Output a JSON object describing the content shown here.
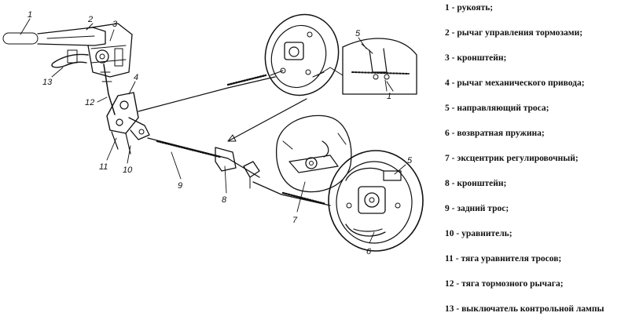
{
  "diagram": {
    "callouts": [
      "1",
      "2",
      "3",
      "4",
      "5",
      "1",
      "12",
      "13",
      "11",
      "10",
      "9",
      "8",
      "7",
      "6",
      "5"
    ]
  },
  "legend": {
    "items": [
      {
        "num": "1",
        "text": "рукоять;"
      },
      {
        "num": "2",
        "text": "рычаг управления тормозами;"
      },
      {
        "num": "3",
        "text": "кронштейн;"
      },
      {
        "num": "4",
        "text": "рычаг механического привода;"
      },
      {
        "num": "5",
        "text": "направляющий троса;"
      },
      {
        "num": "6",
        "text": "возвратная пружина;"
      },
      {
        "num": "7",
        "text": "эксцентрик регулировочный;"
      },
      {
        "num": "8",
        "text": "кронштейн;"
      },
      {
        "num": "9",
        "text": "задний трос;"
      },
      {
        "num": "10",
        "text": "уравнитель;"
      },
      {
        "num": "11",
        "text": "тяга уравнителя тросов;"
      },
      {
        "num": "12",
        "text": "тяга тормозного рычага;"
      },
      {
        "num": "13",
        "text": "выключатель  контрольной лампы"
      }
    ]
  }
}
